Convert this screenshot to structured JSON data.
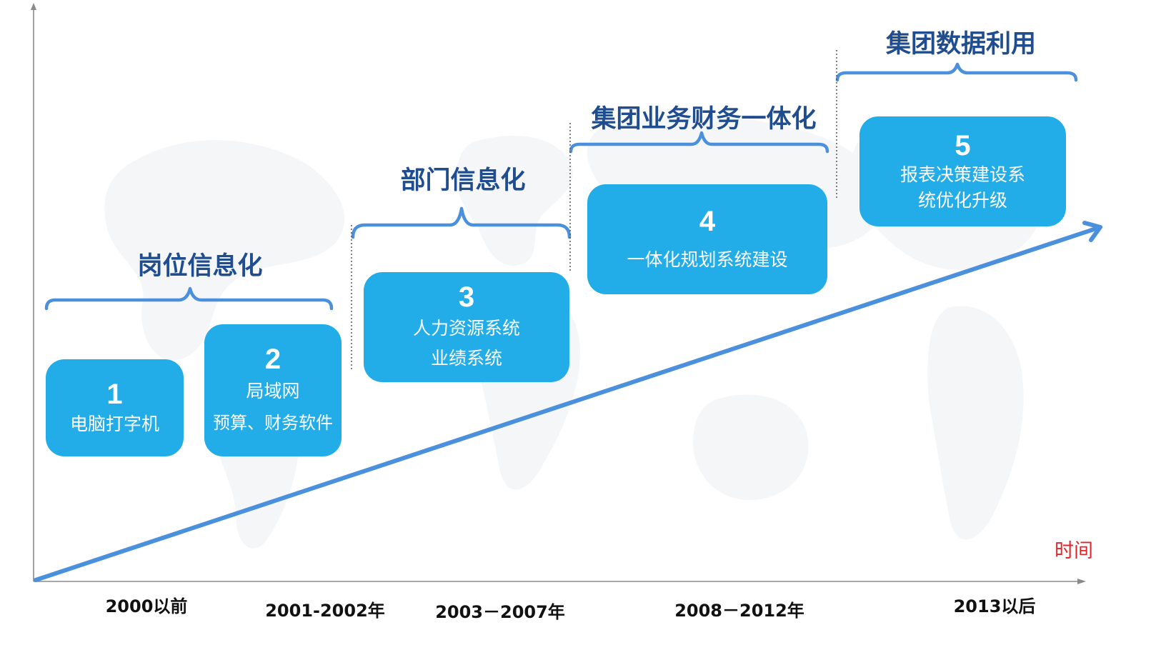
{
  "colors": {
    "box": "#22ade9",
    "arrow": "#4a90dd",
    "bracket": "#4a90dd",
    "phase_text": "#1f4d8f",
    "axis_title": "#e0262b"
  },
  "axis": {
    "x_title": "时间"
  },
  "phases": [
    {
      "title": "岗位信息化"
    },
    {
      "title": "部门信息化"
    },
    {
      "title": "集团业务财务一体化"
    },
    {
      "title": "集团数据利用"
    }
  ],
  "stages": [
    {
      "num": "1",
      "lines": [
        "电脑打字机"
      ]
    },
    {
      "num": "2",
      "lines": [
        "局域网",
        "预算、财务软件"
      ]
    },
    {
      "num": "3",
      "lines": [
        "人力资源系统",
        "业绩系统"
      ]
    },
    {
      "num": "4",
      "lines": [
        "一体化规划系统建设"
      ]
    },
    {
      "num": "5",
      "lines": [
        "报表决策建设系",
        "统优化升级"
      ]
    }
  ],
  "periods": [
    {
      "label": "2000以前"
    },
    {
      "label": "2001-2002年"
    },
    {
      "label": "2003－2007年"
    },
    {
      "label": "2008－2012年"
    },
    {
      "label": "2013以后"
    }
  ]
}
